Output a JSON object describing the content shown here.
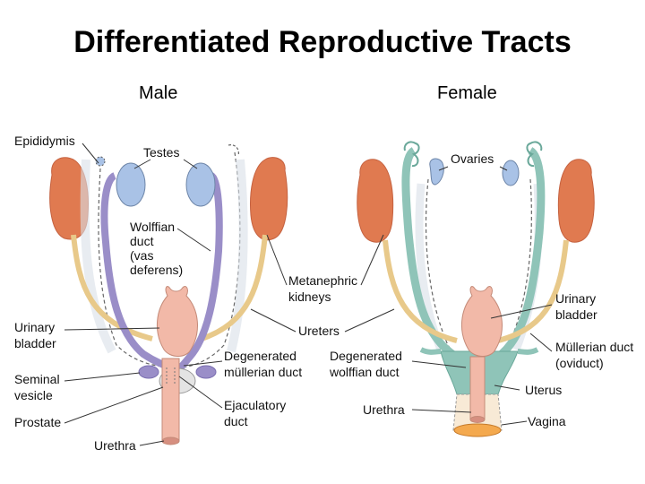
{
  "title": "Differentiated Reproductive Tracts",
  "male": {
    "heading": "Male",
    "labels": {
      "epididymis": "Epididymis",
      "testes": "Testes",
      "wolffian_1": "Wolffian",
      "wolffian_2": "duct",
      "wolffian_3": "(vas",
      "wolffian_4": "deferens)",
      "urinary_1": "Urinary",
      "urinary_2": "bladder",
      "seminal_1": "Seminal",
      "seminal_2": "vesicle",
      "prostate": "Prostate",
      "urethra": "Urethra",
      "degen_mul_1": "Degenerated",
      "degen_mul_2": "müllerian duct",
      "ejac_1": "Ejaculatory",
      "ejac_2": "duct"
    }
  },
  "shared": {
    "metanephric_1": "Metanephric",
    "metanephric_2": "kidneys",
    "ureters": "Ureters"
  },
  "female": {
    "heading": "Female",
    "labels": {
      "ovaries": "Ovaries",
      "urinary_1": "Urinary",
      "urinary_2": "bladder",
      "mullerian_1": "Müllerian duct",
      "mullerian_2": "(oviduct)",
      "degen_wolf_1": "Degenerated",
      "degen_wolf_2": "wolffian duct",
      "uterus": "Uterus",
      "urethra": "Urethra",
      "vagina": "Vagina"
    }
  },
  "colors": {
    "kidney": "#e07a50",
    "testis": "#a9c2e6",
    "wolffian_duct": "#9a8ec8",
    "ureter": "#e8c98a",
    "bladder": "#f2b9a8",
    "mullerian_duct": "#8fc4b8",
    "vagina": "#f4a94e"
  }
}
